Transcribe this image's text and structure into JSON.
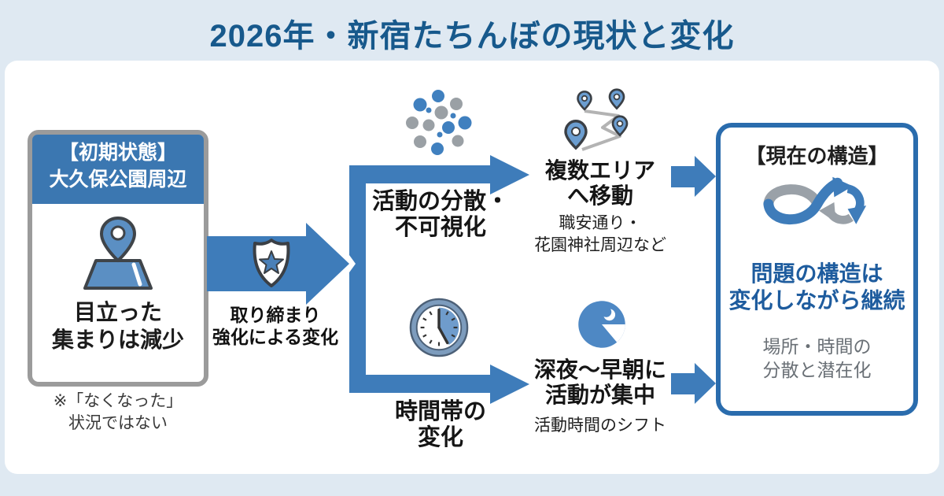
{
  "title": "2026年・新宿たちんぼの現状と変化",
  "colors": {
    "band_background": "#dfe9f2",
    "canvas": "#ffffff",
    "arrow_blue": "#3e7cba",
    "initial_header_blue": "#3b77b1",
    "initial_border_gray": "#9b9b9b",
    "current_border_blue": "#2a6cad",
    "title_blue": "#17598c",
    "emphasis_blue_text": "#1e5c9e",
    "muted_gray_text": "#6a7076"
  },
  "initial_box": {
    "header_lines": [
      "【初期状態】",
      "大久保公園周辺"
    ],
    "icon": "map-pin-icon",
    "body_lines": [
      "目立った",
      "集まりは減少"
    ],
    "note_lines": [
      "※「なくなった」",
      "状況ではない"
    ]
  },
  "cause_arrow": {
    "icon": "police-badge-icon",
    "caption_lines": [
      "取り締まり",
      "強化による変化"
    ]
  },
  "branches": {
    "dispersal": {
      "icon": "scatter-dots-icon",
      "label_lines": [
        "活動の分散・",
        "不可視化"
      ]
    },
    "time": {
      "icon": "clock-icon",
      "label_lines": [
        "時間帯の",
        "変化"
      ]
    }
  },
  "outcomes": {
    "areas": {
      "icon": "multi-pins-icon",
      "label_lines": [
        "複数エリア",
        "へ移動"
      ],
      "sub_lines": [
        "職安通り・",
        "花園神社周辺など"
      ]
    },
    "night": {
      "icon": "night-clock-icon",
      "label_lines": [
        "深夜～早朝に",
        "活動が集中"
      ],
      "sub_lines": [
        "活動時間のシフト"
      ]
    }
  },
  "current_box": {
    "header": "【現在の構造】",
    "icon": "infinity-cycle-icon",
    "main_lines": [
      "問題の構造は",
      "変化しながら継続"
    ],
    "sub_lines": [
      "場所・時間の",
      "分散と潜在化"
    ]
  }
}
